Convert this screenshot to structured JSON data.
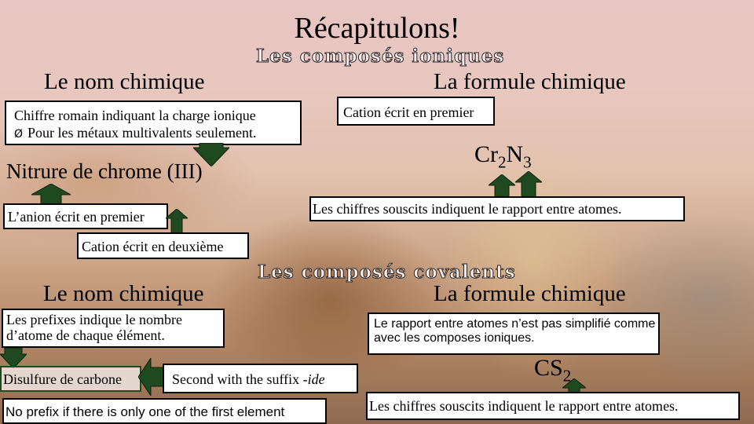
{
  "title": "Récapitulons!",
  "ionic": {
    "section_title": "Les composés ioniques",
    "name_header": "Le nom chimique",
    "formula_header": "La formule chimique",
    "roman_box": {
      "line1": "Chiffre romain indiquant la charge ionique",
      "bullet": "Ø",
      "line2": "Pour les métaux multivalents seulement."
    },
    "cation_first": "Cation écrit en premier",
    "example_name": "Nitrure de chrome (III)",
    "formula_sym1": "Cr",
    "formula_sub1": "2",
    "formula_sym2": "N",
    "formula_sub2": "3",
    "anion_first": "L’anion écrit en premier",
    "subscripts_note": "Les chiffres souscits indiquent le rapport entre atomes.",
    "cation_second": "Cation écrit en deuxième"
  },
  "covalent": {
    "section_title": "Les composés covalents",
    "name_header": "Le nom chimique",
    "formula_header": "La formule chimique",
    "prefix_box": "Les prefixes indique le nombre d’atome de chaque élément.",
    "ratio_box": "Le rapport entre atomes n’est pas simplifié comme avec les composes ioniques.",
    "example_name": "Disulfure de carbone",
    "suffix_text": "Second with the suffix ",
    "suffix_em": "-ide",
    "formula_sym": "CS",
    "formula_sub": "2",
    "no_prefix": "No prefix if there is only one of the first element",
    "subscripts_note": "Les chiffres souscits indiquent le rapport entre atomes."
  },
  "colors": {
    "arrow": "#1f4a1f",
    "arrow_stroke": "#0c220c"
  }
}
